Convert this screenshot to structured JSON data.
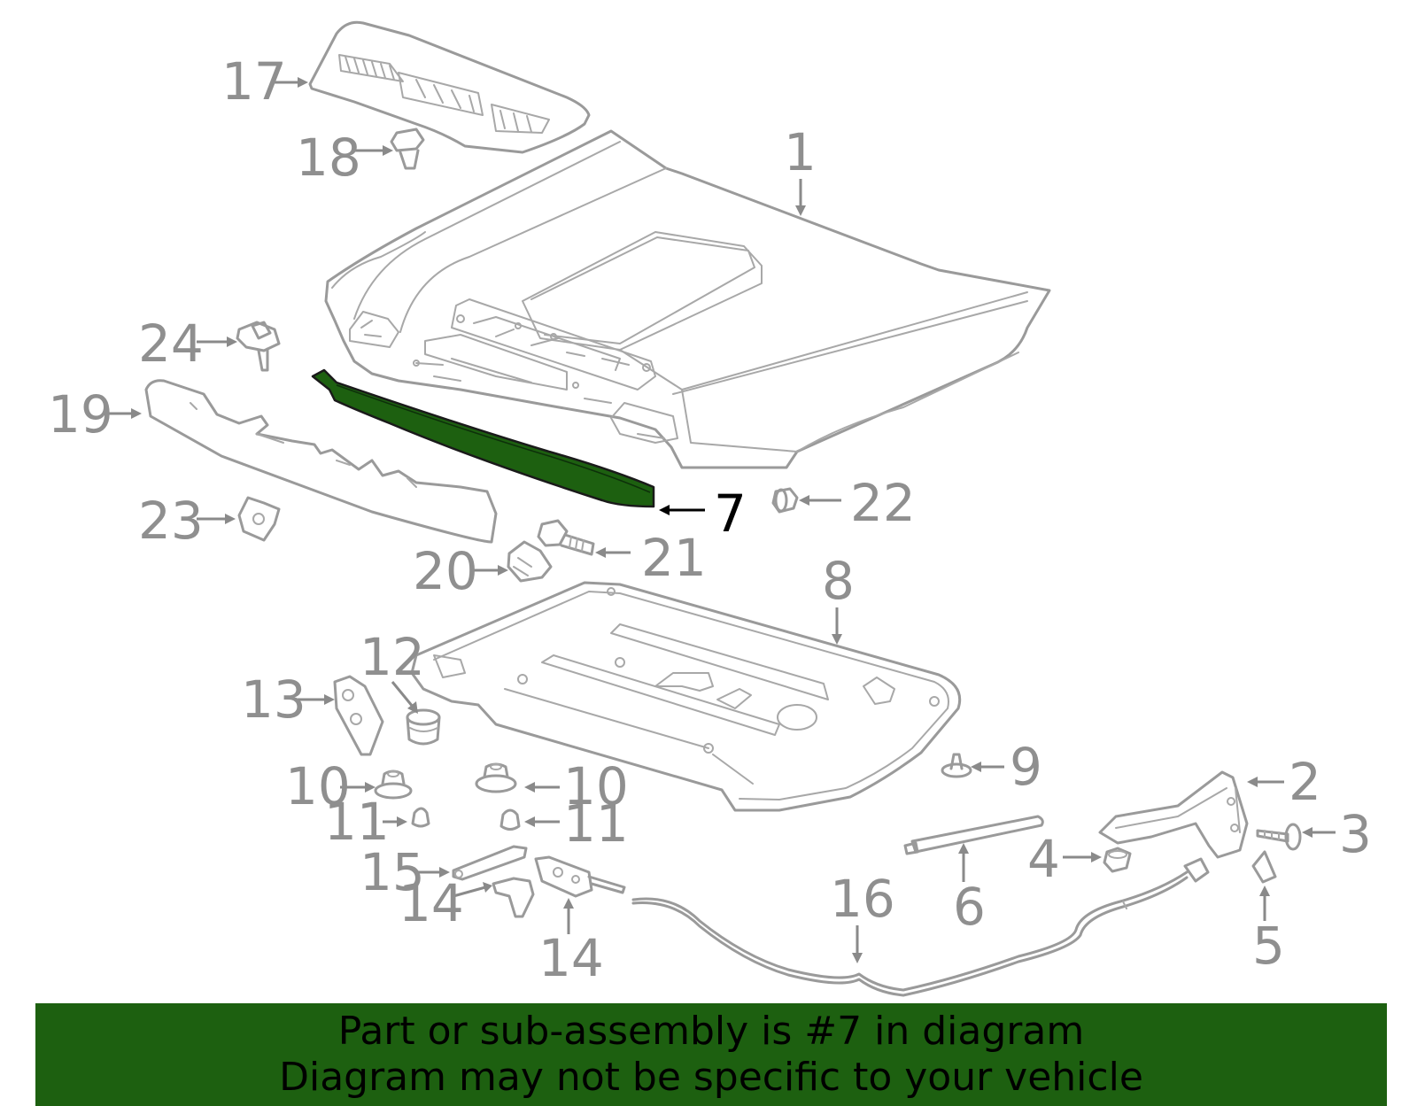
{
  "banner": {
    "line1": "Part or sub-assembly is #7 in diagram",
    "line2": "Diagram may not be specific to your vehicle"
  },
  "highlight_color": "#1d6010",
  "highlighted_part": "7",
  "callouts": {
    "c1": "1",
    "c2": "2",
    "c3": "3",
    "c4": "4",
    "c5": "5",
    "c6": "6",
    "c7": "7",
    "c8": "8",
    "c9": "9",
    "c10a": "10",
    "c10b": "10",
    "c11a": "11",
    "c11b": "11",
    "c12": "12",
    "c13": "13",
    "c14a": "14",
    "c14b": "14",
    "c15": "15",
    "c16": "16",
    "c17": "17",
    "c18": "18",
    "c19": "19",
    "c20": "20",
    "c21": "21",
    "c22": "22",
    "c23": "23",
    "c24": "24"
  }
}
